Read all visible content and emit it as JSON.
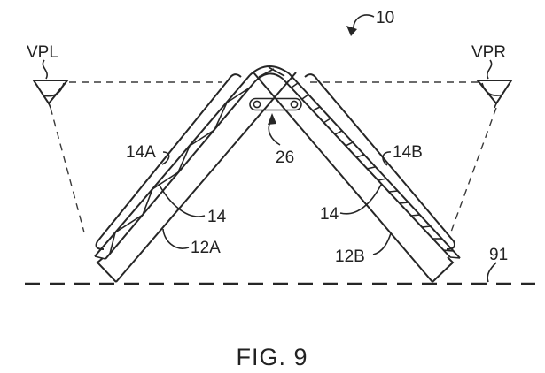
{
  "figure": {
    "caption": "FIG. 9",
    "reference_labels": {
      "device": "10",
      "viewpoint_left": "VPL",
      "viewpoint_right": "VPR",
      "cover_left": "14A",
      "cover_right": "14B",
      "display_left": "14",
      "display_right": "14",
      "housing_left": "12A",
      "housing_right": "12B",
      "hinge_link": "26",
      "support_surface": "91"
    },
    "colors": {
      "ink": "#262626",
      "background": "#ffffff"
    }
  }
}
